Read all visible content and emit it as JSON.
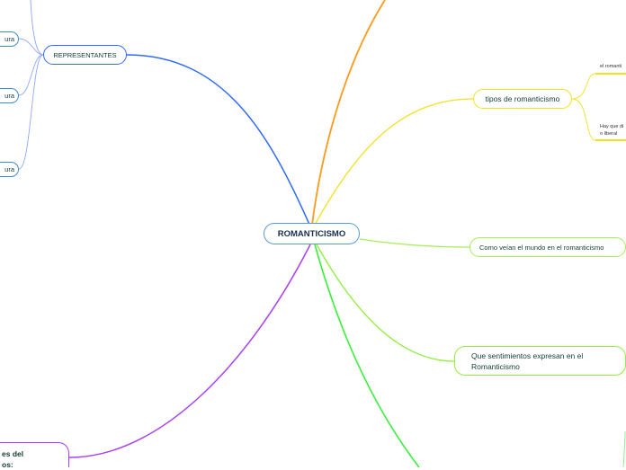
{
  "central": {
    "label": "ROMANTICISMO"
  },
  "branches": {
    "representantes": {
      "label": "REPRESENTANTES",
      "color": "#2f6bff",
      "children": [
        {
          "label": "ura"
        },
        {
          "label": "ura"
        },
        {
          "label": "ura"
        }
      ]
    },
    "tipos": {
      "label": "tipos de romanticismo",
      "color": "#f2e21c",
      "children": [
        {
          "label": "el romanti"
        },
        {
          "label": "Hay que di",
          "label2": "o liberal"
        }
      ]
    },
    "como": {
      "label": "Como veían el mundo en el romanticismo",
      "color": "#a6ee55"
    },
    "sentimientos": {
      "label": "Que sentimientos expresan en el",
      "label2": "Romanticismo",
      "color": "#8ef03c"
    },
    "purple": {
      "label": "es del",
      "label2": "os:",
      "color": "#a93ff5"
    }
  }
}
